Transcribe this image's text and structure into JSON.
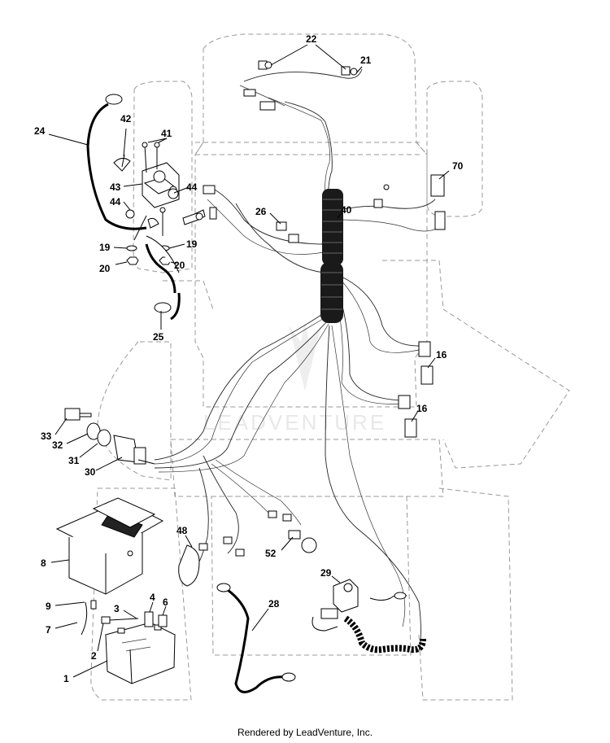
{
  "callouts": [
    {
      "id": "22",
      "label": "22"
    },
    {
      "id": "21",
      "label": "21"
    },
    {
      "id": "24",
      "label": "24"
    },
    {
      "id": "42",
      "label": "42"
    },
    {
      "id": "41",
      "label": "41"
    },
    {
      "id": "70",
      "label": "70"
    },
    {
      "id": "43",
      "label": "43"
    },
    {
      "id": "44a",
      "label": "44"
    },
    {
      "id": "44b",
      "label": "44"
    },
    {
      "id": "40",
      "label": "40"
    },
    {
      "id": "26",
      "label": "26"
    },
    {
      "id": "19a",
      "label": "19"
    },
    {
      "id": "19b",
      "label": "19"
    },
    {
      "id": "20a",
      "label": "20"
    },
    {
      "id": "20b",
      "label": "20"
    },
    {
      "id": "25",
      "label": "25"
    },
    {
      "id": "16a",
      "label": "16"
    },
    {
      "id": "16b",
      "label": "16"
    },
    {
      "id": "33",
      "label": "33"
    },
    {
      "id": "32",
      "label": "32"
    },
    {
      "id": "31",
      "label": "31"
    },
    {
      "id": "30",
      "label": "30"
    },
    {
      "id": "48",
      "label": "48"
    },
    {
      "id": "52",
      "label": "52"
    },
    {
      "id": "8",
      "label": "8"
    },
    {
      "id": "29",
      "label": "29"
    },
    {
      "id": "28",
      "label": "28"
    },
    {
      "id": "9",
      "label": "9"
    },
    {
      "id": "4",
      "label": "4"
    },
    {
      "id": "6",
      "label": "6"
    },
    {
      "id": "3",
      "label": "3"
    },
    {
      "id": "7",
      "label": "7"
    },
    {
      "id": "2",
      "label": "2"
    },
    {
      "id": "1",
      "label": "1"
    }
  ],
  "watermark": "LEADVENTURE",
  "credit": "Rendered by LeadVenture, Inc."
}
